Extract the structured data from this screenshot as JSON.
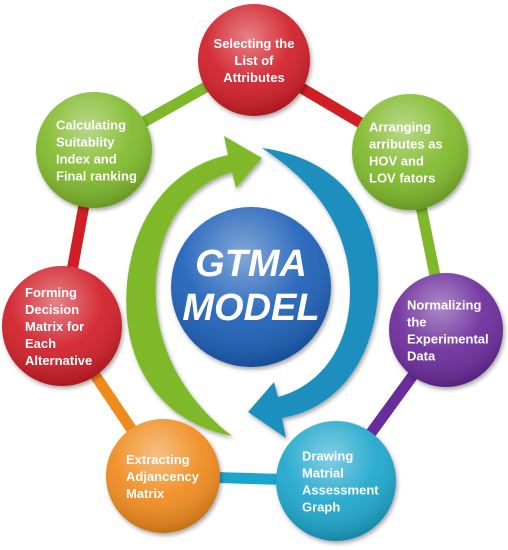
{
  "center": {
    "lines": [
      "GTMA",
      "MODEL"
    ],
    "color": "#1f5fb8"
  },
  "nodes": [
    {
      "name": "node-selecting-attributes",
      "lines": [
        "Selecting the",
        "List of",
        "Attributes"
      ],
      "color": "#d11f26"
    },
    {
      "name": "node-arranging-attributes",
      "lines": [
        "Arranging",
        "arributes as",
        "HOV and",
        "LOV fators"
      ],
      "color": "#7fb92a"
    },
    {
      "name": "node-normalizing-data",
      "lines": [
        "Normalizing",
        "the",
        "Experimental",
        "Data"
      ],
      "color": "#6a2c9a"
    },
    {
      "name": "node-drawing-graph",
      "lines": [
        "Drawing",
        "Matrial",
        "Assessment",
        "Graph"
      ],
      "color": "#1aa6cc"
    },
    {
      "name": "node-extracting-matrix",
      "lines": [
        "Extracting",
        "Adjancency",
        "Matrix"
      ],
      "color": "#f08a1c"
    },
    {
      "name": "node-forming-matrix",
      "lines": [
        "Forming",
        "Decision",
        "Matrix for",
        "Each",
        "Alternative"
      ],
      "color": "#d11f26"
    },
    {
      "name": "node-calculating-index",
      "lines": [
        "Calculating",
        "Suitablity",
        "Index and",
        "Final ranking"
      ],
      "color": "#7fb92a"
    }
  ],
  "ring_segments": [
    {
      "name": "ring-segment-red-right",
      "color": "#d11f26"
    },
    {
      "name": "ring-segment-green-right",
      "color": "#7fb92a"
    },
    {
      "name": "ring-segment-purple",
      "color": "#6a2c9a"
    },
    {
      "name": "ring-segment-cyan",
      "color": "#1aa6cc"
    },
    {
      "name": "ring-segment-orange",
      "color": "#f08a1c"
    },
    {
      "name": "ring-segment-red-left",
      "color": "#d11f26"
    },
    {
      "name": "ring-segment-green-left",
      "color": "#7fb92a"
    }
  ],
  "arrows": [
    {
      "name": "green-cycle-arrow-icon",
      "color": "#7fb92a"
    },
    {
      "name": "blue-cycle-arrow-icon",
      "color": "#1a8fbf"
    }
  ]
}
